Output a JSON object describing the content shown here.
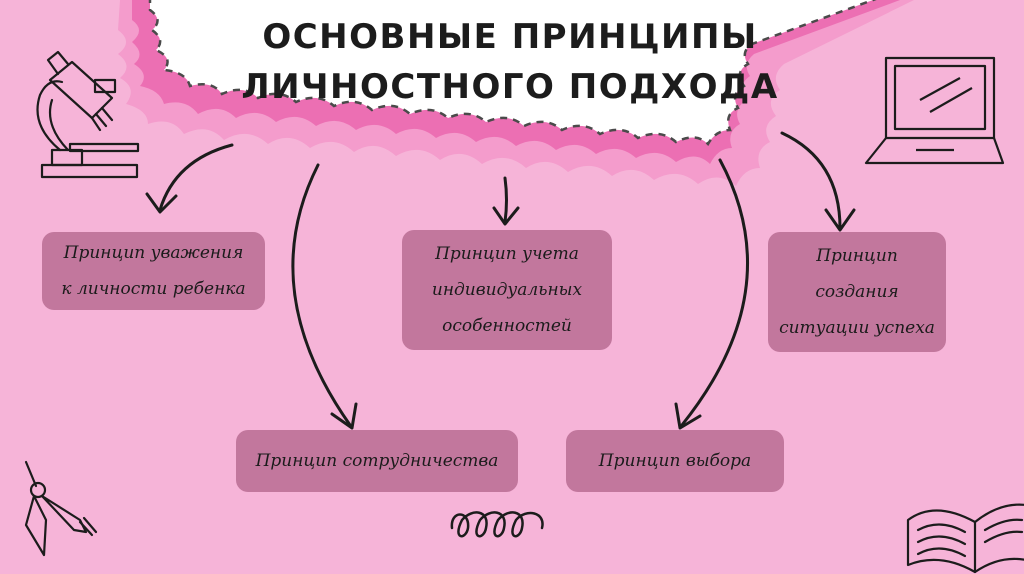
{
  "title": {
    "line1": "ОСНОВНЫЕ ПРИНЦИПЫ",
    "line2": "ЛИЧНОСТНОГО ПОДХОДА"
  },
  "principles": [
    {
      "id": "respect",
      "lines": [
        "Принцип уважения",
        "к личности ребенка"
      ]
    },
    {
      "id": "individual",
      "lines": [
        "Принцип учета",
        "индивидуальных",
        "особенностей"
      ]
    },
    {
      "id": "success",
      "lines": [
        "Принцип",
        "создания",
        "ситуации успеха"
      ]
    },
    {
      "id": "cooperation",
      "lines": [
        "Принцип сотрудничества"
      ]
    },
    {
      "id": "choice",
      "lines": [
        "Принцип выбора"
      ]
    }
  ],
  "icons": [
    "microscope-icon",
    "laptop-icon",
    "compass-icon",
    "open-book-icon",
    "spring-doodle-icon"
  ],
  "colors": {
    "background": "#f6b4d8",
    "box": "#c2779d",
    "wave_pink": "#ec6fb3",
    "cloud": "#ffffff",
    "ink": "#1c1c1c"
  }
}
